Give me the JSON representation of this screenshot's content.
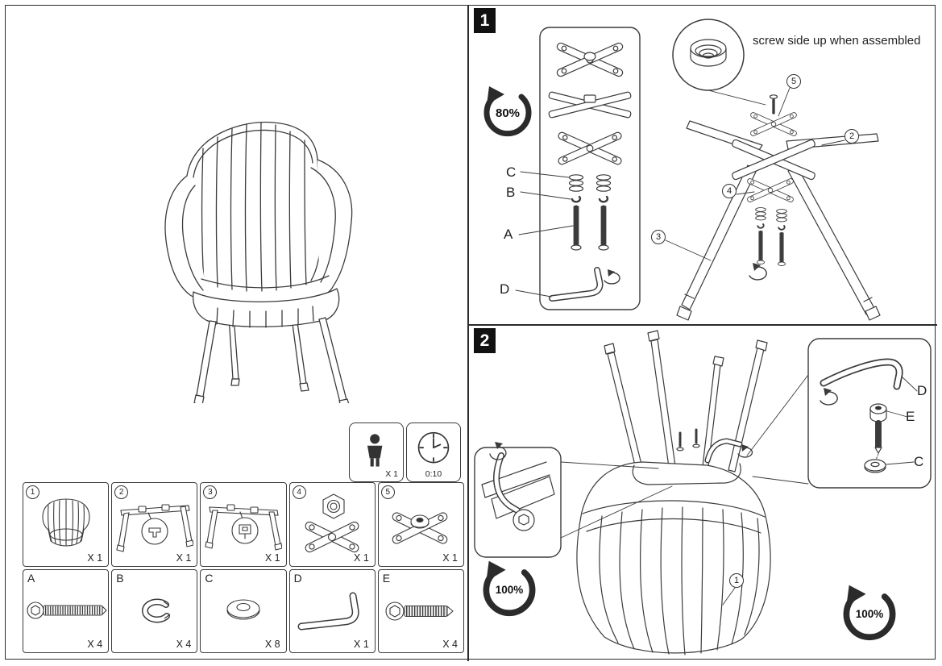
{
  "colors": {
    "ink": "#3b3b3b",
    "badge": "#2b2b2b",
    "paper": "#ffffff"
  },
  "overview": {
    "person_qty": "X 1",
    "assembly_time": "0:10"
  },
  "parts": [
    {
      "id": "1",
      "qty": "X 1"
    },
    {
      "id": "2",
      "qty": "X 1"
    },
    {
      "id": "3",
      "qty": "X 1"
    },
    {
      "id": "4",
      "qty": "X 1"
    },
    {
      "id": "5",
      "qty": "X 1"
    },
    {
      "id": "A",
      "qty": "X 4"
    },
    {
      "id": "B",
      "qty": "X 4"
    },
    {
      "id": "C",
      "qty": "X 8"
    },
    {
      "id": "D",
      "qty": "X 1"
    },
    {
      "id": "E",
      "qty": "X 4"
    }
  ],
  "step1": {
    "number": "1",
    "progress": "80%",
    "note": "screw side up when assembled",
    "labels": {
      "c": "C",
      "b": "B",
      "a": "A",
      "d": "D"
    },
    "callouts": {
      "bracket5": "5",
      "frame2": "2",
      "bracket4": "4",
      "leg3": "3"
    }
  },
  "step2": {
    "number": "2",
    "progress_left": "100%",
    "progress_right": "100%",
    "labels": {
      "d": "D",
      "e": "E",
      "c": "C"
    },
    "callouts": {
      "chair1": "1"
    }
  }
}
